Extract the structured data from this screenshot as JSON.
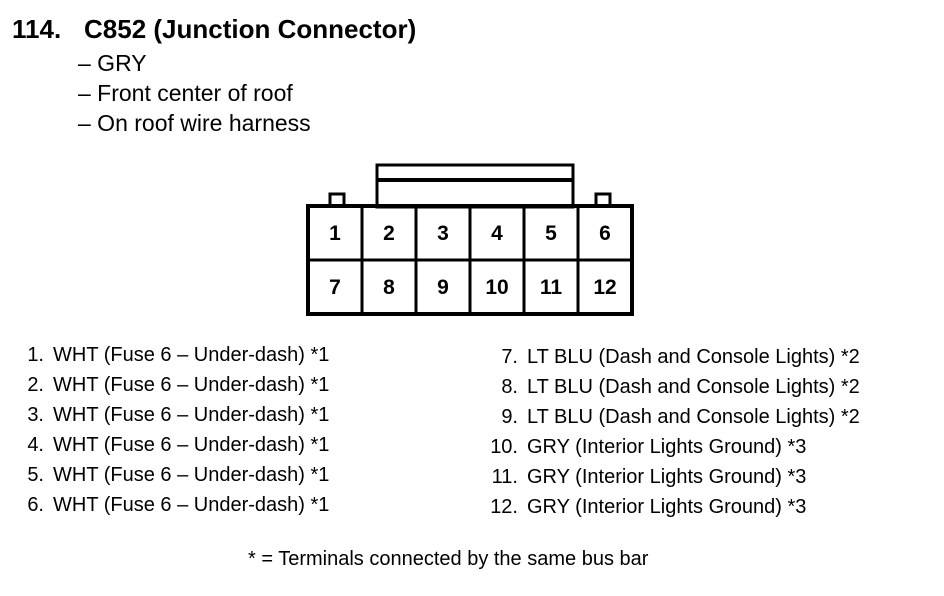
{
  "header": {
    "number": "114.",
    "title": "C852 (Junction Connector)",
    "details": [
      "– GRY",
      "– Front center of roof",
      "– On roof wire harness"
    ]
  },
  "connector": {
    "top_row": [
      "1",
      "2",
      "3",
      "4",
      "5",
      "6"
    ],
    "bottom_row": [
      "7",
      "8",
      "9",
      "10",
      "11",
      "12"
    ]
  },
  "pins_left": [
    {
      "num": "1.",
      "desc": "WHT (Fuse 6 – Under-dash) *1"
    },
    {
      "num": "2.",
      "desc": "WHT (Fuse 6 – Under-dash) *1"
    },
    {
      "num": "3.",
      "desc": "WHT (Fuse 6 – Under-dash) *1"
    },
    {
      "num": "4.",
      "desc": "WHT (Fuse 6 – Under-dash) *1"
    },
    {
      "num": "5.",
      "desc": "WHT (Fuse 6 – Under-dash) *1"
    },
    {
      "num": "6.",
      "desc": "WHT (Fuse 6 – Under-dash) *1"
    }
  ],
  "pins_right": [
    {
      "num": "7.",
      "desc": "LT BLU (Dash and Console Lights) *2"
    },
    {
      "num": "8.",
      "desc": "LT BLU (Dash and Console Lights) *2"
    },
    {
      "num": "9.",
      "desc": "LT BLU (Dash and Console Lights) *2"
    },
    {
      "num": "10.",
      "desc": "GRY (Interior Lights Ground) *3"
    },
    {
      "num": "11.",
      "desc": "GRY (Interior Lights Ground) *3"
    },
    {
      "num": "12.",
      "desc": "GRY (Interior Lights Ground) *3"
    }
  ],
  "footnote": "* = Terminals connected by the same bus bar"
}
